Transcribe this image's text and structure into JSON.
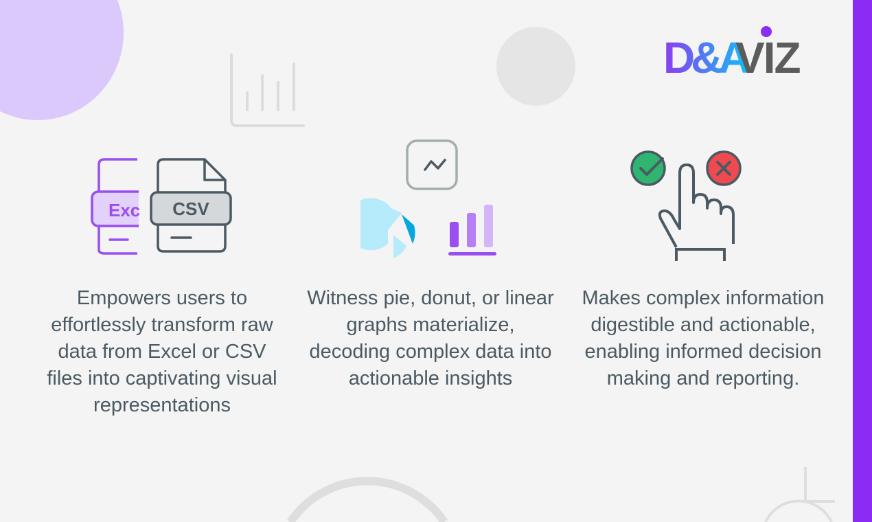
{
  "brand": {
    "logo_text": "D&AVIZ",
    "colors": {
      "purple": "#8b2cf5",
      "blue": "#19b8f5",
      "gray": "#5c5c5c"
    }
  },
  "icons": {
    "excel_label": "Exc",
    "csv_label": "CSV"
  },
  "features": [
    {
      "text": "Empowers users to effortlessly transform raw data from Excel or CSV files into captivating visual representations"
    },
    {
      "text": "Witness pie, donut, or linear graphs materialize, decoding complex data into actionable insights"
    },
    {
      "text": "Makes complex information digestible and actionable, enabling informed decision making and reporting."
    }
  ]
}
